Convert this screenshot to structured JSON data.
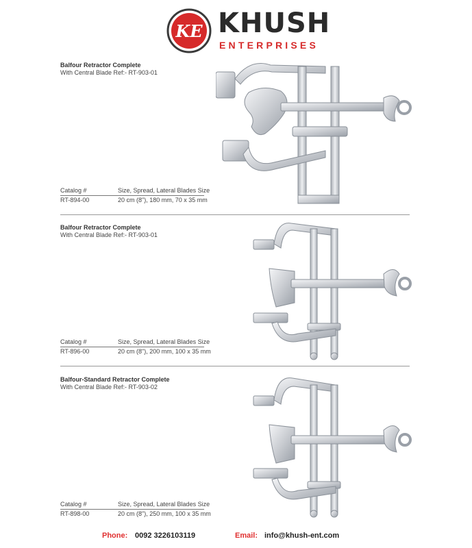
{
  "brand": {
    "logo_letters": "KE",
    "name": "KHUSH",
    "subtitle": "ENTERPRISES",
    "accent": "#d62a2a"
  },
  "products": [
    {
      "title": "Balfour Retractor Complete",
      "ref": "With Central Blade Ref:- RT-903-01",
      "catalog_label": "Catalog #",
      "size_label": "Size, Spread, Lateral Blades Size",
      "catalog_no": "RT-894-00",
      "size_value": "20 cm (8\"), 180 mm, 70 x 35 mm"
    },
    {
      "title": "Balfour Retractor Complete",
      "ref": "With Central Blade Ref:- RT-903-01",
      "catalog_label": "Catalog #",
      "size_label": "Size, Spread, Lateral Blades Size",
      "catalog_no": "RT-896-00",
      "size_value": "20 cm (8\"), 200 mm, 100 x 35 mm"
    },
    {
      "title": "Balfour-Standard Retractor Complete",
      "ref": "With Central Blade Ref:- RT-903-02",
      "catalog_label": "Catalog #",
      "size_label": "Size, Spread, Lateral Blades Size",
      "catalog_no": "RT-898-00",
      "size_value": "20 cm (8\"), 250 mm, 100 x 35 mm"
    }
  ],
  "footer": {
    "phone_label": "Phone:",
    "phone": "0092 3226103119",
    "email_label": "Email:",
    "email": "info@khush-ent.com"
  }
}
